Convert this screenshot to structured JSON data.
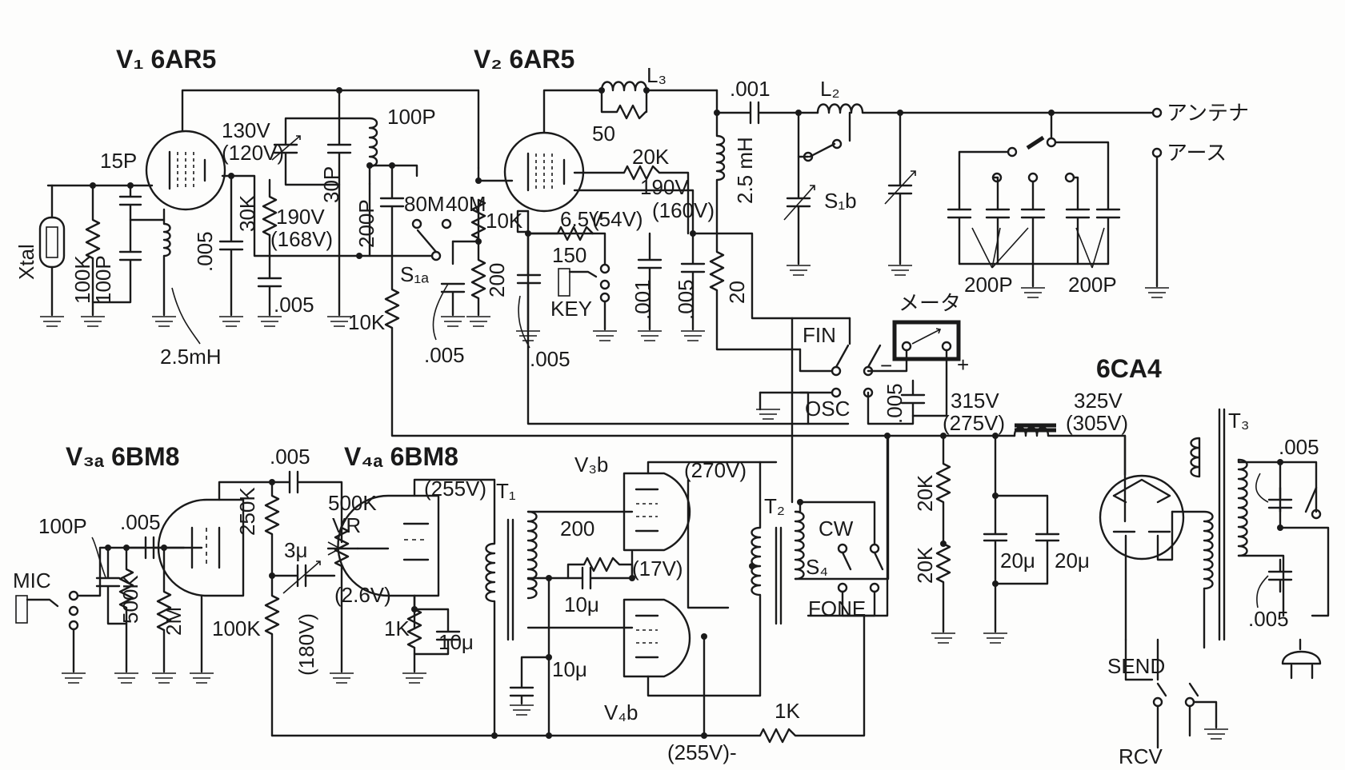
{
  "tubes": {
    "v1": {
      "ref": "V₁",
      "type": "6AR5"
    },
    "v2": {
      "ref": "V₂",
      "type": "6AR5"
    },
    "v3a": {
      "ref": "V₃ₐ",
      "type": "6BM8"
    },
    "v4a": {
      "ref": "V₄ₐ",
      "type": "6BM8"
    },
    "v3b": {
      "ref": "V₃b"
    },
    "v4b": {
      "ref": "V₄b"
    },
    "rect": {
      "type": "6CA4"
    }
  },
  "inductors": {
    "l3": "L₃",
    "l2": "L₂",
    "rfc_v1": "2.5mH",
    "rfc_v2": "2.5 mH",
    "t1": "T₁",
    "t2": "T₂",
    "t3": "T₃"
  },
  "components": {
    "c_15p": "15P",
    "c_100p_top": "100P",
    "c_100p_grid": "100P",
    "r_100k_grid": "100K",
    "c_005_v1k": ".005",
    "r_30k": "30K",
    "c_005_v1s": ".005",
    "c_30p": "30P",
    "c_200p_tank": "200P",
    "c_001_out": ".001",
    "r_50": "50",
    "r_20k_v2": "20K",
    "r_10k_grid": "10K",
    "r_200_v2": "200",
    "c_005_sel": ".005",
    "c_005_v2k": ".005",
    "r_150": "150",
    "c_001_key": ".001",
    "c_005_key": ".005",
    "r_20": "20",
    "r_10k_drop": "10K",
    "c_200p_left": "200P",
    "c_200p_right": "200P",
    "c_005_meter": ".005",
    "c_100p_mic": "100P",
    "c_005_mic": ".005",
    "r_500k_mic": "500K",
    "r_2m": "2M",
    "c_005_coup": ".005",
    "r_250k": "250K",
    "r_100k_v3": "100K",
    "c_3u": "3μ",
    "r_500k_vr": "500K",
    "vr": "VR",
    "r_1k_v4": "1K",
    "c_10u_v4": "10μ",
    "r_200_push": "200",
    "c_10u_push": "10μ",
    "c_10u_low": "10μ",
    "r_1k_bot": "1K",
    "r_20k_b1": "20K",
    "r_20k_b2": "20K",
    "c_20u_1": "20μ",
    "c_20u_2": "20μ",
    "c_005_t3a": ".005",
    "c_005_t3b": ".005"
  },
  "voltages": {
    "v1_screen": "130V",
    "v1_screen_alt": "(120V)",
    "v1_plate": "190V",
    "v1_plate_alt": "(168V)",
    "v2_screen": "190V",
    "v2_screen_alt": "(160V)",
    "v2_cath": "6.5V",
    "v2_cath_alt": "(54V)",
    "b_plus_1": "315V",
    "b_plus_1_alt": "(275V)",
    "b_plus_2": "325V",
    "b_plus_2_alt": "(305V)",
    "v4a_plate": "(255V)",
    "v3b_plate": "(270V)",
    "push_cath": "(17V)",
    "v4a_cath": "(2.6V)",
    "v3_plate": "(180V)",
    "bottom": "(255V)"
  },
  "switches": {
    "band_80": "80M",
    "band_40": "40M",
    "s1a": "S₁ₐ",
    "s1b": "S₁b",
    "fin": "FIN",
    "osc": "OSC",
    "cw": "CW",
    "s4": "S₄",
    "fone": "FONE",
    "send": "SEND",
    "rcv": "RCV"
  },
  "connectors": {
    "xtal": "Xtal",
    "key": "KEY",
    "mic": "MIC",
    "antenna": "アンテナ",
    "earth": "アース",
    "meter": "メータ",
    "meter_plus": "+",
    "meter_minus": "−",
    "ground_mark": "-"
  }
}
